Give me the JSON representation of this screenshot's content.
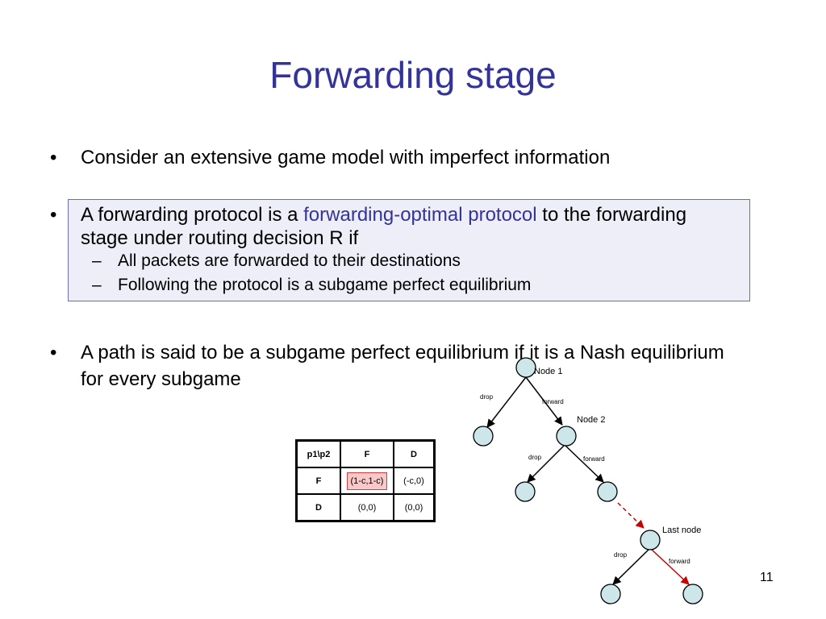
{
  "slide": {
    "title": "Forwarding stage",
    "page_number": "11"
  },
  "bullets": {
    "b1": "Consider an extensive game model with imperfect information",
    "b2_pre": "A forwarding protocol is a ",
    "b2_highlight": "forwarding-optimal protocol",
    "b2_post": " to the forwarding stage under routing decision R if",
    "sub1": "All packets are forwarded to their destinations",
    "sub2": "Following the protocol is a subgame perfect equilibrium",
    "b3": "A path is said to be a subgame perfect equilibrium if it is a Nash equilibrium for every subgame"
  },
  "payoff_table": {
    "header": [
      "p1\\p2",
      "F",
      "D"
    ],
    "rows": [
      [
        "F",
        "(1-c,1-c)",
        "(-c,0)"
      ],
      [
        "D",
        "(0,0)",
        "(0,0)"
      ]
    ],
    "highlighted_cell": "(1-c,1-c)"
  },
  "tree": {
    "node1_label": "Node 1",
    "node2_label": "Node 2",
    "last_label": "Last node",
    "drop": "drop",
    "forward": "forward",
    "node_color": "#cde6ea",
    "path_color": "#cc0000"
  }
}
